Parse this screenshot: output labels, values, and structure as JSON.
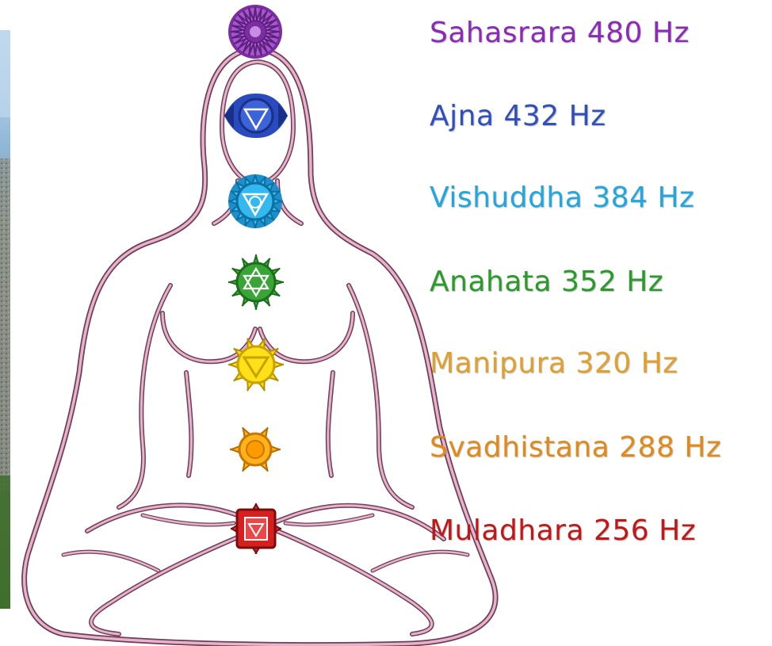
{
  "chakras": [
    {
      "name": "Sahasrara",
      "freq": "480",
      "unit": "Hz",
      "color": "#8a2ab5",
      "symbol": "lotus-crown-icon"
    },
    {
      "name": "Ajna",
      "freq": "432",
      "unit": "Hz",
      "color": "#2f4fbf",
      "symbol": "third-eye-icon"
    },
    {
      "name": "Vishuddha",
      "freq": "384",
      "unit": "Hz",
      "color": "#22a6df",
      "symbol": "throat-lotus-icon"
    },
    {
      "name": "Anahata",
      "freq": "352",
      "unit": "Hz",
      "color": "#2a9a2a",
      "symbol": "heart-lotus-icon"
    },
    {
      "name": "Manipura",
      "freq": "320",
      "unit": "Hz",
      "color": "#e0a030",
      "symbol": "solar-plexus-lotus-icon"
    },
    {
      "name": "Svadhistana",
      "freq": "288",
      "unit": "Hz",
      "color": "#e08a1a",
      "symbol": "sacral-lotus-icon"
    },
    {
      "name": "Muladhara",
      "freq": "256",
      "unit": "Hz",
      "color": "#c01818",
      "symbol": "root-square-icon"
    }
  ],
  "colors": {
    "outline": "#c98aa8",
    "outline_dark": "#6e3d57",
    "landscape_sky": "#b9d7ee",
    "landscape_rock": "#8a8f86",
    "landscape_green": "#3f6e2d"
  }
}
